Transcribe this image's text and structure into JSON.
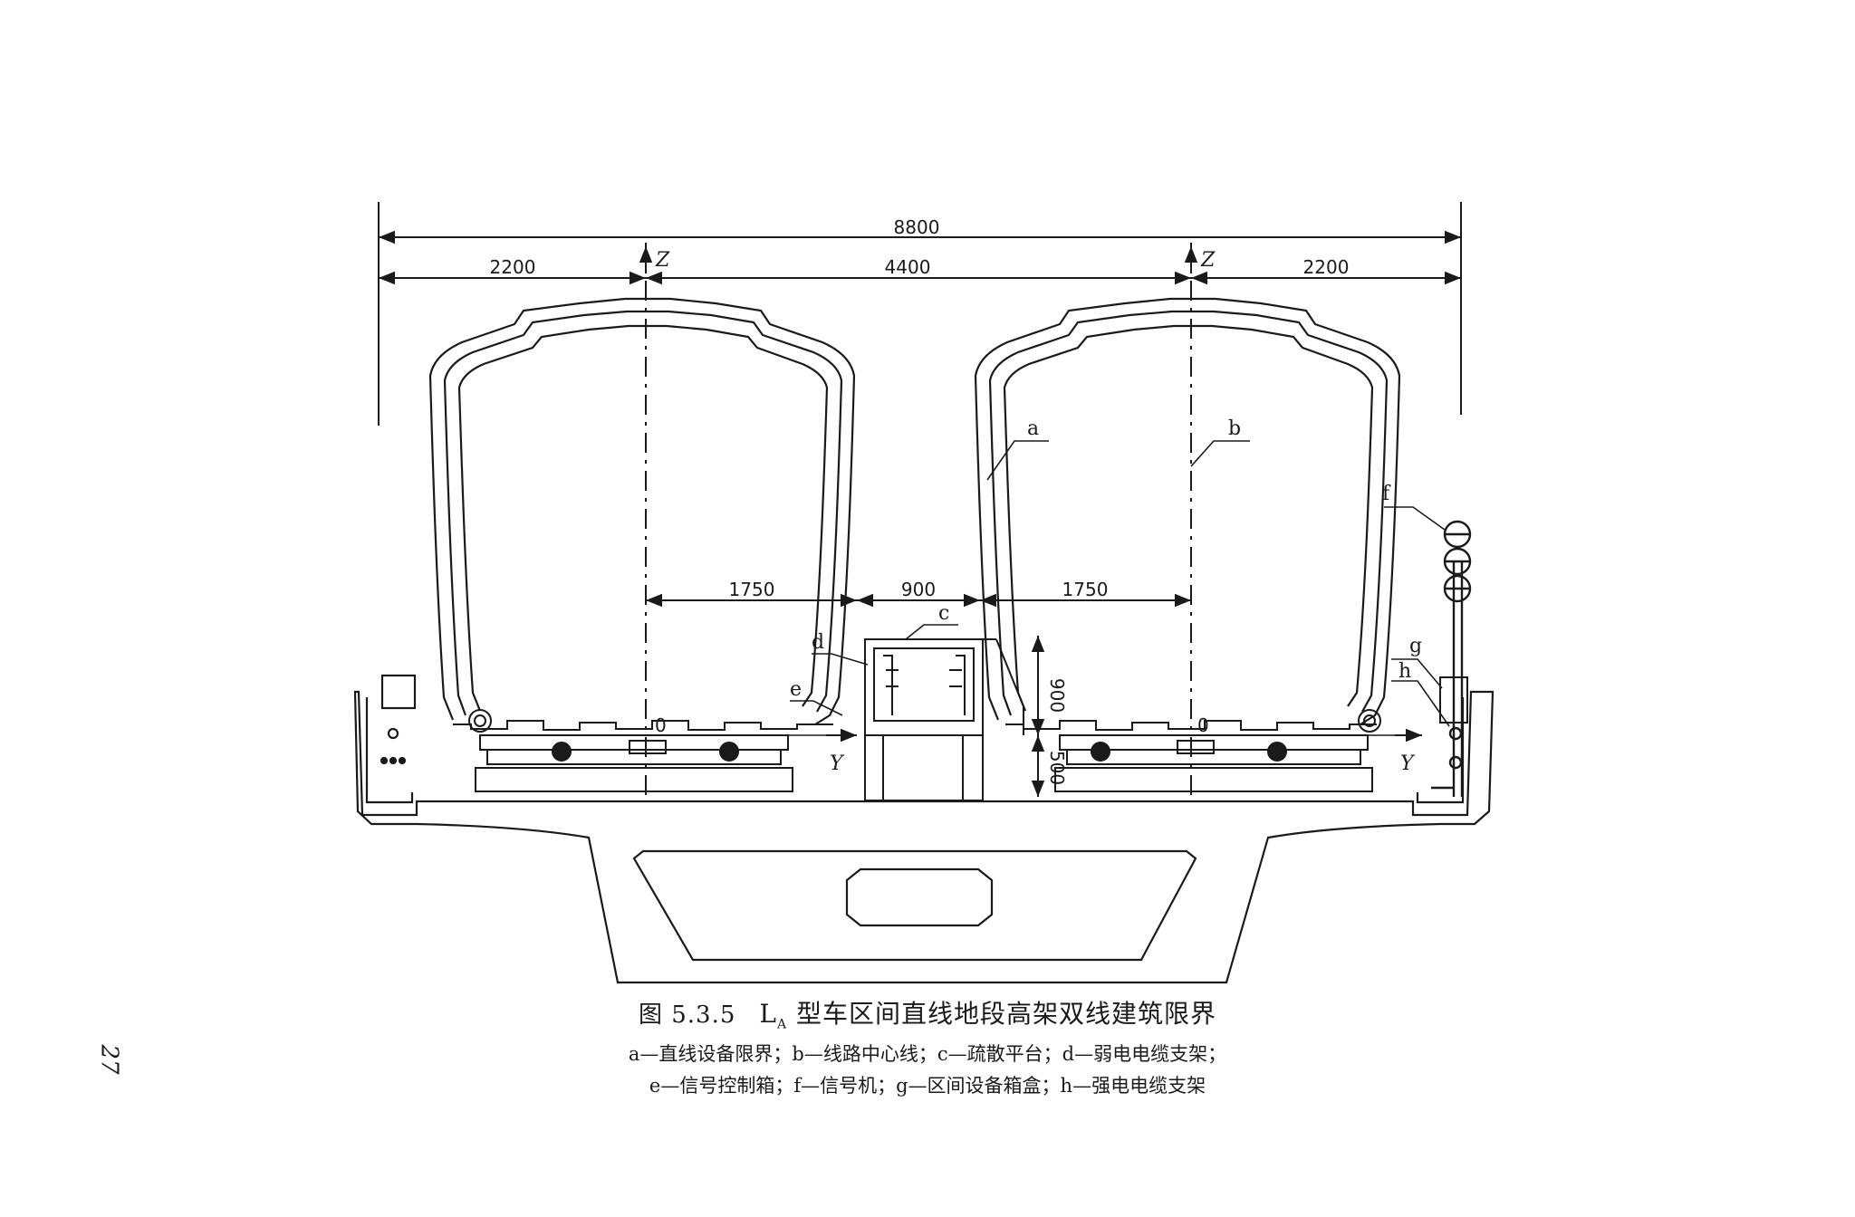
{
  "dimensions": {
    "overall": "8800",
    "left_half": "2200",
    "center": "4400",
    "right_half": "2200",
    "left_clear": "1750",
    "platform_width": "900",
    "right_clear": "1750",
    "platform_height": "900",
    "below_rail": "500"
  },
  "axes": {
    "z_left": "Z",
    "z_right": "Z",
    "y_left": "Y",
    "y_right": "Y",
    "origin_left": "0",
    "origin_right": "0"
  },
  "callouts": {
    "a": "a",
    "b": "b",
    "c": "c",
    "d": "d",
    "e": "e",
    "f": "f",
    "g": "g",
    "h": "h"
  },
  "caption": {
    "figure_number": "图 5.3.5",
    "model_main": "L",
    "model_sub": "A",
    "title": " 型车区间直线地段高架双线建筑限界",
    "legend_line1": "a—直线设备限界；b—线路中心线；c—疏散平台；d—弱电电缆支架；",
    "legend_line2": "e—信号控制箱；f—信号机；g—区间设备箱盒；h—强电电缆支架"
  },
  "page_number": "27"
}
